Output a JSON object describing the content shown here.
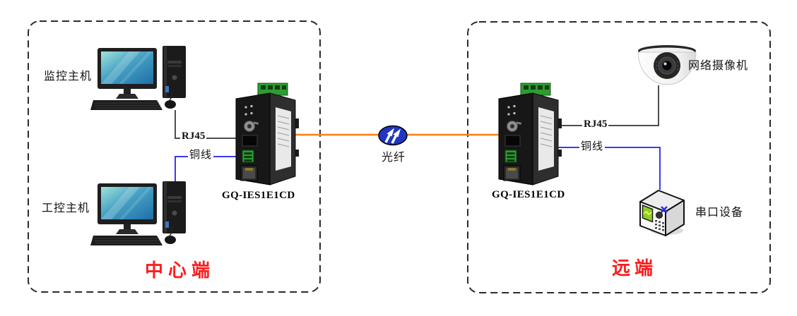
{
  "zones": {
    "central": {
      "label": "中心端",
      "hosts": [
        {
          "label": "监控主机"
        },
        {
          "label": "工控主机"
        }
      ],
      "device_label": "GQ-IES1E1CD",
      "links": {
        "rj45": "RJ45",
        "copper": "铜线"
      }
    },
    "remote": {
      "label": "远端",
      "camera_label": "网络摄像机",
      "serial_label": "串口设备",
      "device_label": "GQ-IES1E1CD",
      "links": {
        "rj45": "RJ45",
        "copper": "铜线"
      }
    }
  },
  "fiber": {
    "label": "光纤"
  },
  "colors": {
    "fiber_line": "#ff7f16",
    "copper_line": "#3a3af2",
    "rj45_line": "#4d4d4d",
    "zone_border": "#2b2b2b",
    "zone_label_red": "#fb1d1d",
    "fiber_icon_blue": "#2136c4"
  },
  "icons": {
    "monitoring_host": "desktop-pc-icon",
    "industrial_host": "desktop-pc-icon",
    "central_converter": "media-converter-icon",
    "remote_converter": "media-converter-icon",
    "fiber": "fiber-optic-icon",
    "camera": "dome-camera-icon",
    "serial_device": "serial-device-icon"
  }
}
